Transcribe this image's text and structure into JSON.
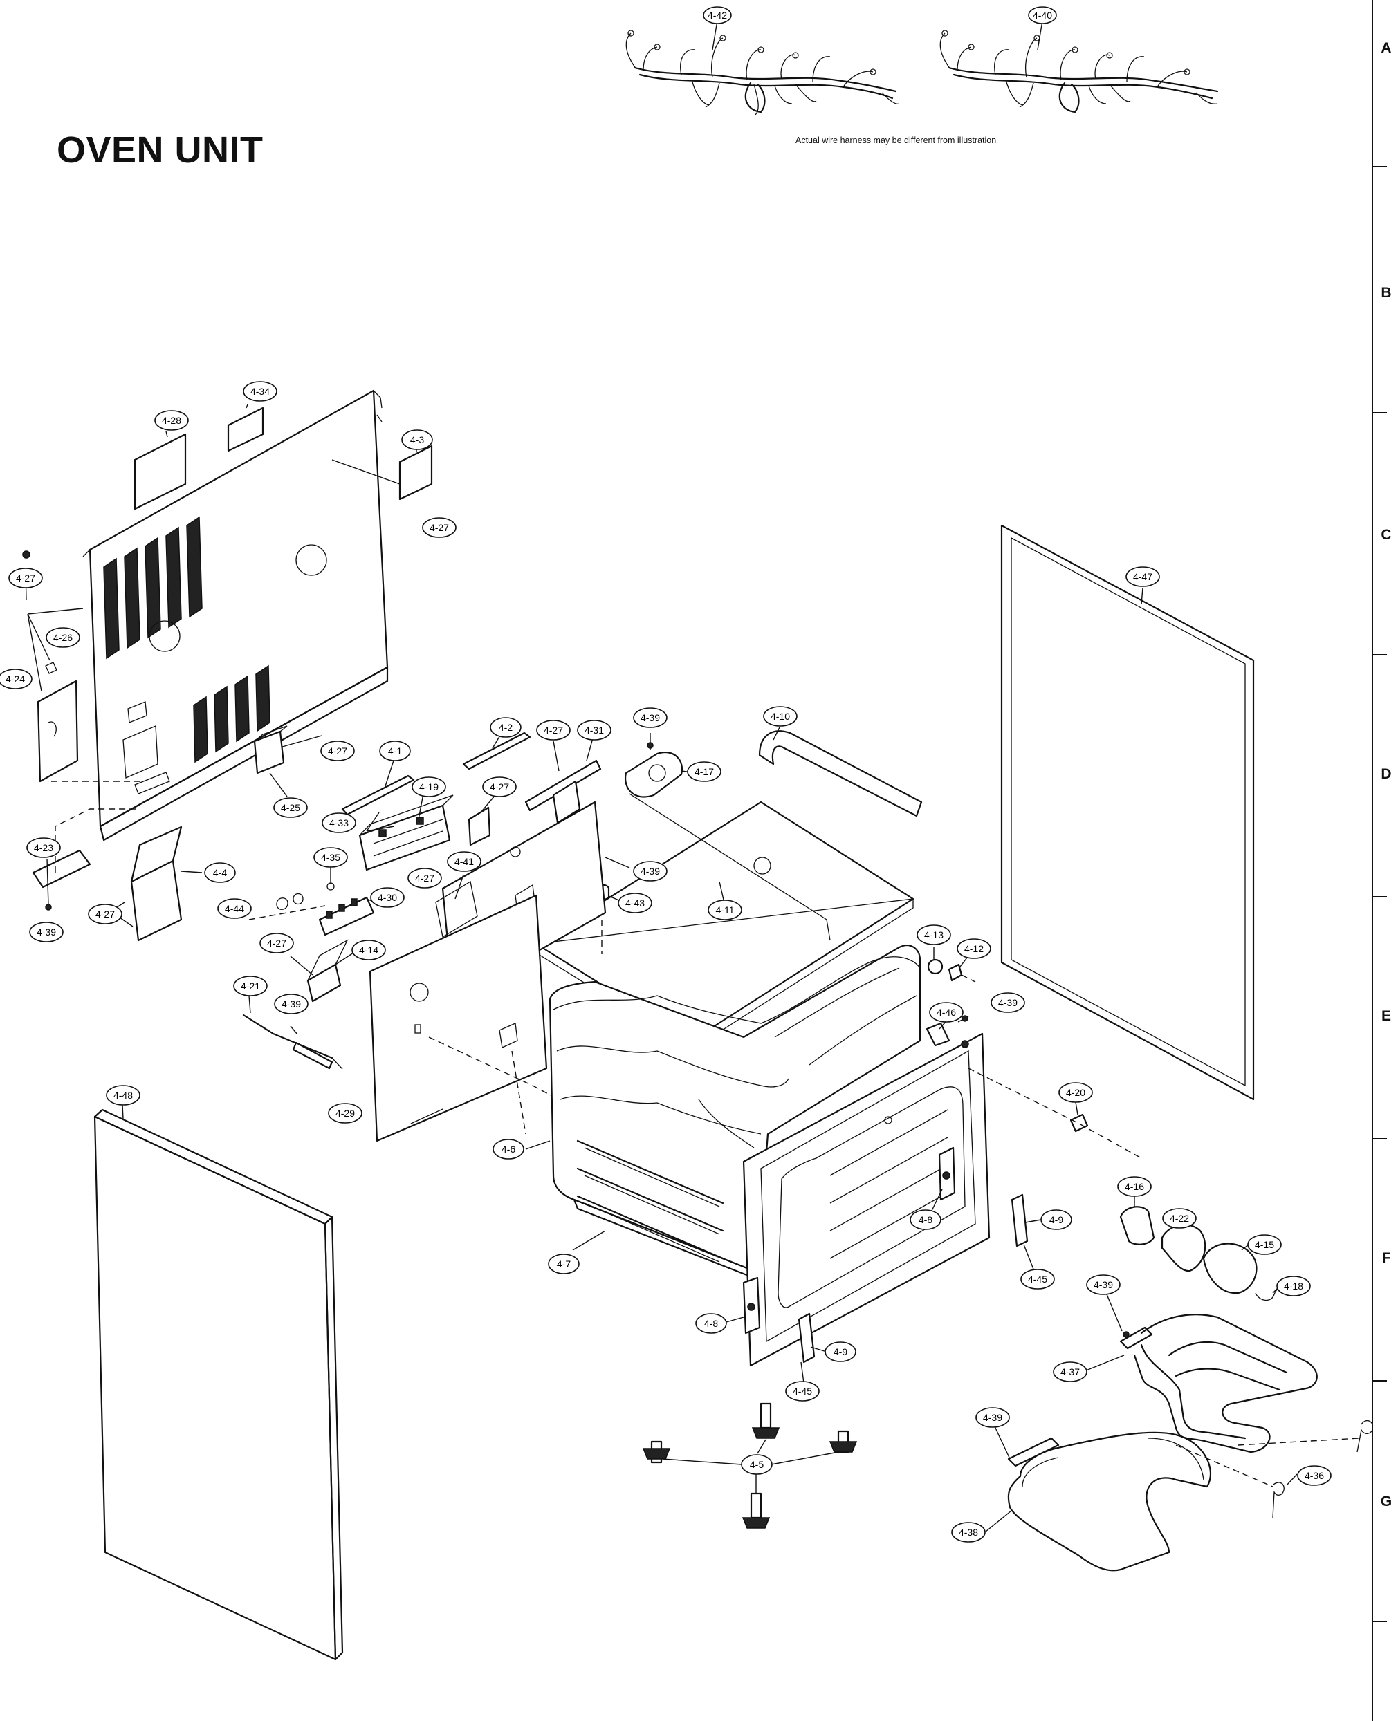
{
  "title": "OVEN UNIT",
  "caption": "Actual wire harness may be different from illustration",
  "zones": [
    "A",
    "B",
    "C",
    "D",
    "E",
    "F",
    "G"
  ],
  "callouts": {
    "c4_42": "4-42",
    "c4_40": "4-40",
    "c4_34": "4-34",
    "c4_28": "4-28",
    "c4_3": "4-3",
    "c4_27a": "4-27",
    "c4_27b": "4-27",
    "c4_26": "4-26",
    "c4_24": "4-24",
    "c4_27c": "4-27",
    "c4_25": "4-25",
    "c4_1": "4-1",
    "c4_2": "4-2",
    "c4_27d": "4-27",
    "c4_31": "4-31",
    "c4_39a": "4-39",
    "c4_17": "4-17",
    "c4_10": "4-10",
    "c4_47": "4-47",
    "c4_19": "4-19",
    "c4_33": "4-33",
    "c4_27e": "4-27",
    "c4_23": "4-23",
    "c4_4": "4-4",
    "c4_27f": "4-27",
    "c4_39b": "4-39",
    "c4_44": "4-44",
    "c4_35": "4-35",
    "c4_30": "4-30",
    "c4_27g": "4-27",
    "c4_41": "4-41",
    "c4_39c": "4-39",
    "c4_43": "4-43",
    "c4_11": "4-11",
    "c4_13": "4-13",
    "c4_12": "4-12",
    "c4_27h": "4-27",
    "c4_14": "4-14",
    "c4_21": "4-21",
    "c4_39d": "4-39",
    "c4_46": "4-46",
    "c4_39e": "4-39",
    "c4_29": "4-29",
    "c4_48": "4-48",
    "c4_20": "4-20",
    "c4_6": "4-6",
    "c4_16": "4-16",
    "c4_22": "4-22",
    "c4_8a": "4-8",
    "c4_9a": "4-9",
    "c4_15": "4-15",
    "c4_45a": "4-45",
    "c4_7": "4-7",
    "c4_18": "4-18",
    "c4_39f": "4-39",
    "c4_8b": "4-8",
    "c4_9b": "4-9",
    "c4_37": "4-37",
    "c4_45b": "4-45",
    "c4_39g": "4-39",
    "c4_5": "4-5",
    "c4_36": "4-36",
    "c4_38": "4-38"
  }
}
